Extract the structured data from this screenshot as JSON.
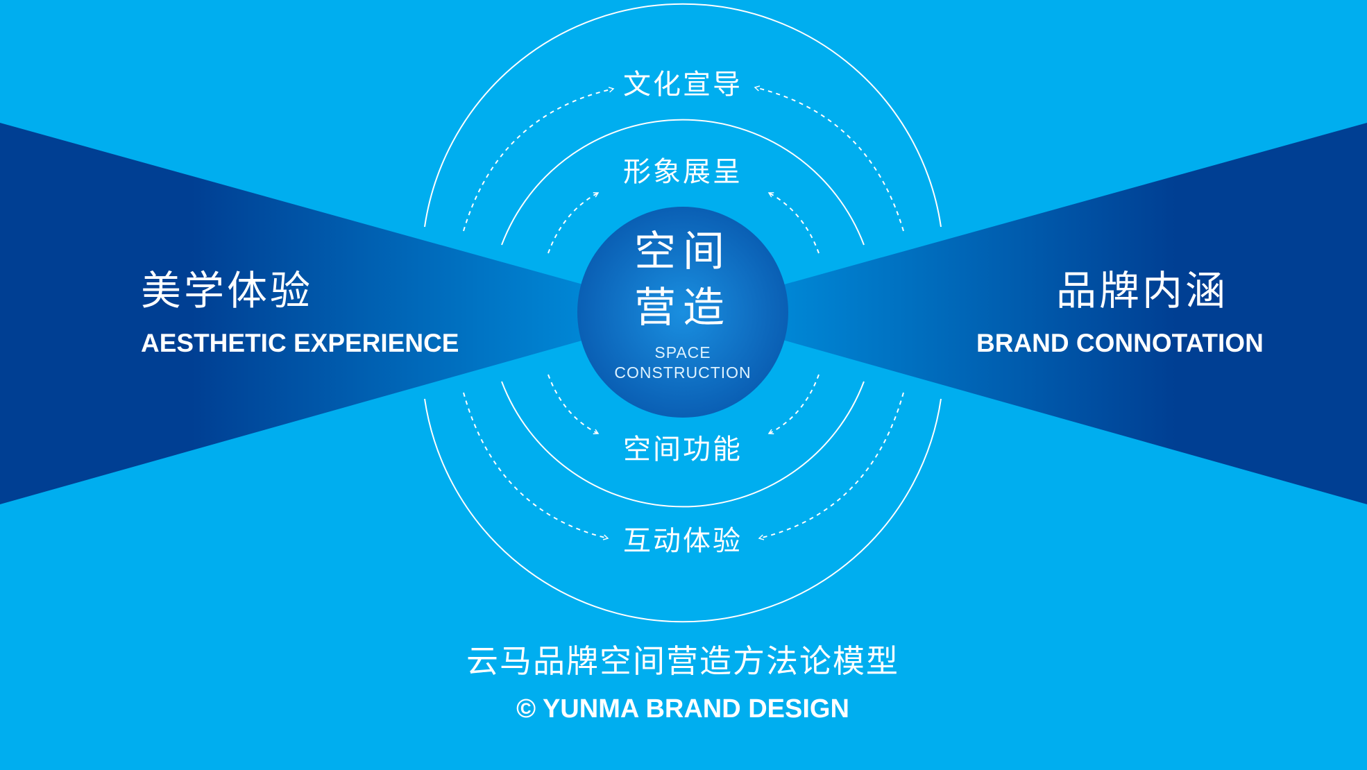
{
  "colors": {
    "background": "#00aeef",
    "wing_dark": "#003f93",
    "wing_light": "#0099e6",
    "line": "#ffffff",
    "center_outer": "#0a5fb4",
    "center_inner": "#1a8fe0"
  },
  "diagram": {
    "center": {
      "line1": "空间",
      "line2": "营造",
      "en_line1": "SPACE",
      "en_line2": "CONSTRUCTION"
    },
    "left": {
      "title_cn": "美学体验",
      "title_en": "AESTHETIC EXPERIENCE"
    },
    "right": {
      "title_cn": "品牌内涵",
      "title_en": "BRAND CONNOTATION"
    },
    "ring_labels": {
      "outer_top": "文化宣导",
      "inner_top": "形象展呈",
      "inner_bottom": "空间功能",
      "outer_bottom": "互动体验"
    }
  },
  "footer": {
    "title_cn": "云马品牌空间营造方法论模型",
    "copyright": "© YUNMA BRAND DESIGN"
  }
}
